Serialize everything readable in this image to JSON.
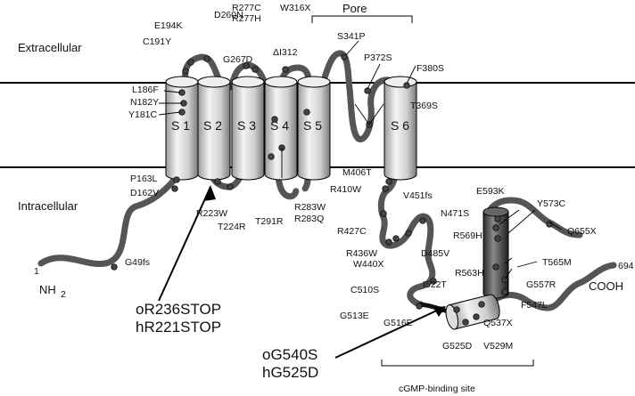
{
  "regions": {
    "extracellular": "Extracellular",
    "intracellular": "Intracellular",
    "pore": "Pore",
    "cgmp_site": "cGMP-binding site"
  },
  "segments": [
    "S 1",
    "S 2",
    "S 3",
    "S 4",
    "S 5",
    "S 6"
  ],
  "termini": {
    "n_label": "NH",
    "n_sub": "2",
    "c_label": "COOH",
    "start_num": "1",
    "end_num": "694"
  },
  "callouts": {
    "rod_human_1": "oR236STOP",
    "rod_human_2": "hR221STOP",
    "rod_human_3": "oG540S",
    "rod_human_4": "hG525D"
  },
  "mutations": [
    "E194K",
    "D260N",
    "R277C",
    "R277H",
    "W316X",
    "S341P",
    "C191Y",
    "G267D",
    "ΔI312",
    "P372S",
    "F380S",
    "L186F",
    "N182Y",
    "Y181C",
    "T369S",
    "P163L",
    "D162V",
    "R223W",
    "T224R",
    "T291R",
    "R283W",
    "R283Q",
    "M406T",
    "R410W",
    "V451fs",
    "E593K",
    "N471S",
    "Y573C",
    "R427C",
    "R569H",
    "Q655X",
    "R436W",
    "W440X",
    "D485V",
    "R563H",
    "T565M",
    "G49fs",
    "C510S",
    "I522T",
    "G557R",
    "F547L",
    "G513E",
    "G516E",
    "Q537X",
    "G525D",
    "V529M"
  ]
}
